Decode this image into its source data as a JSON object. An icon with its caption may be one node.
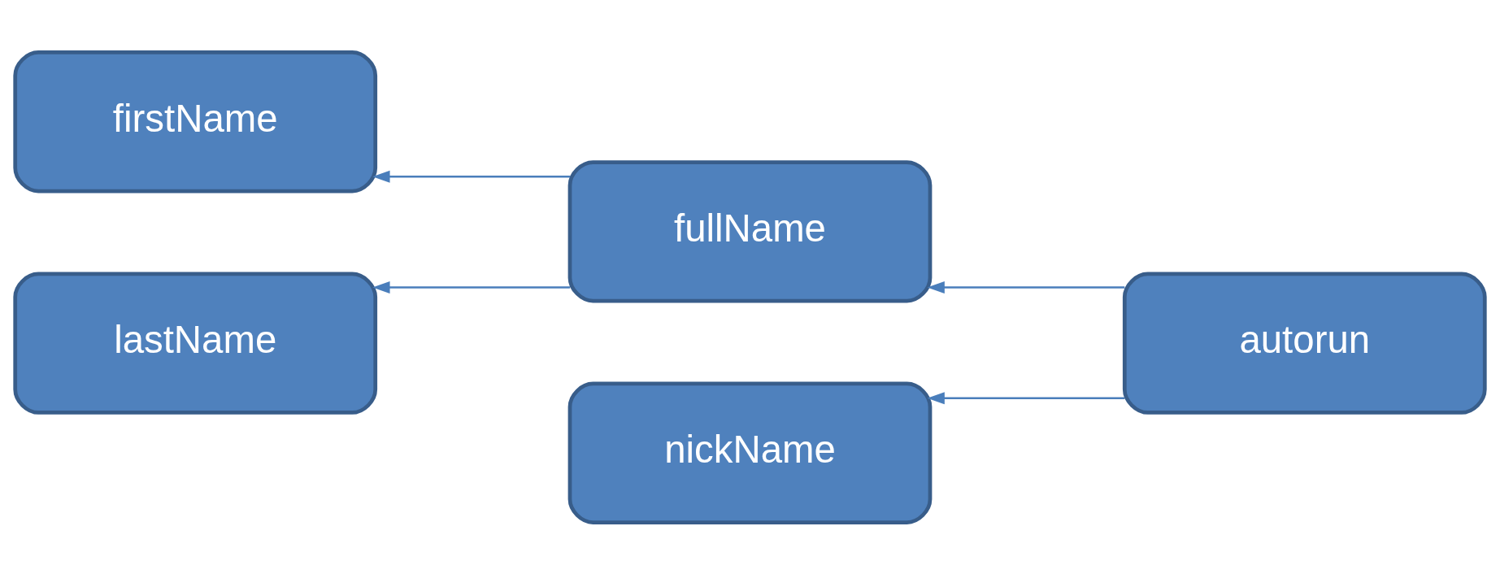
{
  "diagram": {
    "nodes": [
      {
        "text": [
          "firstName"
        ]
      },
      {
        "text": [
          "fullName"
        ]
      },
      {
        "text": [
          "lastName"
        ]
      },
      {
        "text": [
          "autorun"
        ]
      },
      {
        "text": [
          "nickName"
        ]
      }
    ],
    "edges": [
      {
        "from": 1,
        "to": 0,
        "arrow": "to"
      },
      {
        "from": 1,
        "to": 2,
        "arrow": "to"
      },
      {
        "from": 3,
        "to": 1,
        "arrow": "to"
      },
      {
        "from": 3,
        "to": 4,
        "arrow": "to"
      }
    ]
  }
}
